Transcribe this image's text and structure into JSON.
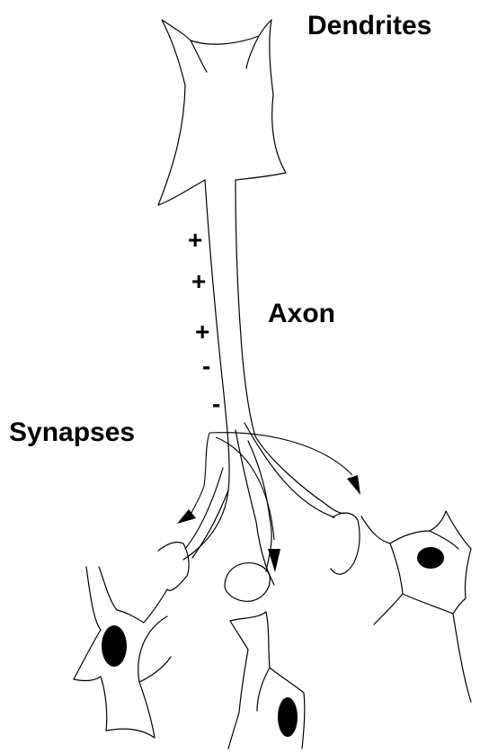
{
  "labels": {
    "dendrites": "Dendrites",
    "axon": "Axon",
    "synapses": "Synapses"
  },
  "charges": [
    "+",
    "+",
    "+",
    "-",
    "-"
  ],
  "colors": {
    "ink": "#000000",
    "background": "#ffffff"
  }
}
